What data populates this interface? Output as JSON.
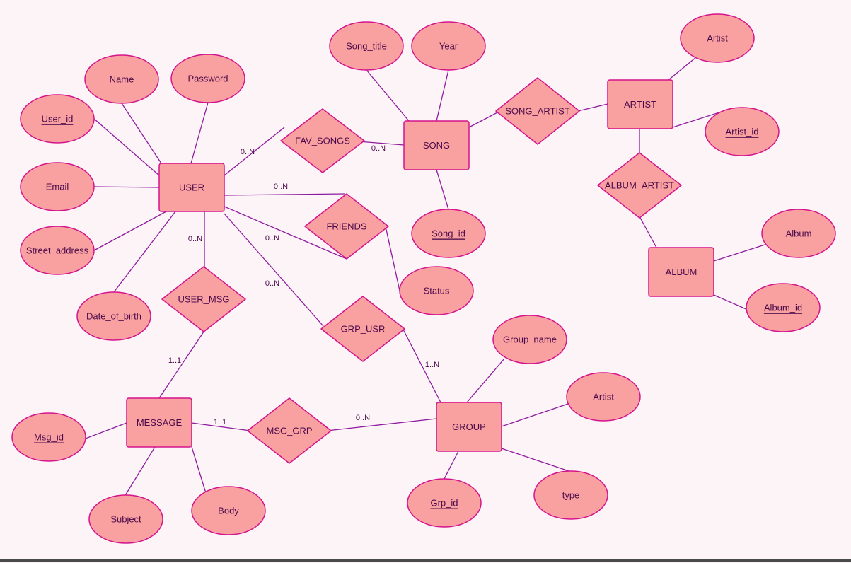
{
  "colors": {
    "fill": "#f9a0a0",
    "stroke": "#d4148c",
    "line": "#8e1b9e",
    "text": "#4a0a4a"
  },
  "entities": [
    {
      "id": "USER",
      "label": "USER"
    },
    {
      "id": "SONG",
      "label": "SONG"
    },
    {
      "id": "ARTIST",
      "label": "ARTIST"
    },
    {
      "id": "ALBUM",
      "label": "ALBUM"
    },
    {
      "id": "MESSAGE",
      "label": "MESSAGE"
    },
    {
      "id": "GROUP",
      "label": "GROUP"
    }
  ],
  "relationships": [
    {
      "id": "FAV_SONGS",
      "label": "FAV_SONGS"
    },
    {
      "id": "SONG_ARTIST",
      "label": "SONG_ARTIST"
    },
    {
      "id": "ALBUM_ARTIST",
      "label": "ALBUM_ARTIST"
    },
    {
      "id": "FRIENDS",
      "label": "FRIENDS"
    },
    {
      "id": "USER_MSG",
      "label": "USER_MSG"
    },
    {
      "id": "GRP_USR",
      "label": "GRP_USR"
    },
    {
      "id": "MSG_GRP",
      "label": "MSG_GRP"
    }
  ],
  "attributes": [
    {
      "id": "user_id",
      "label": "User_id",
      "key": true
    },
    {
      "id": "name",
      "label": "Name",
      "key": false
    },
    {
      "id": "password",
      "label": "Password",
      "key": false
    },
    {
      "id": "email",
      "label": "Email",
      "key": false
    },
    {
      "id": "street_address",
      "label": "Street_address",
      "key": false
    },
    {
      "id": "date_of_birth",
      "label": "Date_of_birth",
      "key": false
    },
    {
      "id": "song_title",
      "label": "Song_title",
      "key": false
    },
    {
      "id": "year",
      "label": "Year",
      "key": false
    },
    {
      "id": "song_id",
      "label": "Song_id",
      "key": true
    },
    {
      "id": "artist_name",
      "label": "Artist",
      "key": false
    },
    {
      "id": "artist_id",
      "label": "Artist_id",
      "key": true
    },
    {
      "id": "album",
      "label": "Album",
      "key": false
    },
    {
      "id": "album_id",
      "label": "Album_id",
      "key": true
    },
    {
      "id": "status",
      "label": "Status",
      "key": false
    },
    {
      "id": "group_name",
      "label": "Group_name",
      "key": false
    },
    {
      "id": "group_artist",
      "label": "Artist",
      "key": false
    },
    {
      "id": "group_type",
      "label": "type",
      "key": false
    },
    {
      "id": "grp_id",
      "label": "Grp_id",
      "key": true
    },
    {
      "id": "msg_id",
      "label": "Msg_id",
      "key": true
    },
    {
      "id": "subject",
      "label": "Subject",
      "key": false
    },
    {
      "id": "body",
      "label": "Body",
      "key": false
    }
  ],
  "cardinalities": [
    {
      "id": "c_user_fav",
      "label": "0..N"
    },
    {
      "id": "c_fav_song",
      "label": "0..N"
    },
    {
      "id": "c_user_friends",
      "label": "0..N"
    },
    {
      "id": "c_user_friends2",
      "label": "0..N"
    },
    {
      "id": "c_user_msg",
      "label": "0..N"
    },
    {
      "id": "c_user_grp",
      "label": "0..N"
    },
    {
      "id": "c_msg_user",
      "label": "1..1"
    },
    {
      "id": "c_grp_group",
      "label": "1..N"
    },
    {
      "id": "c_msg_msggrp",
      "label": "1..1"
    },
    {
      "id": "c_msggrp_group",
      "label": "0..N"
    }
  ]
}
